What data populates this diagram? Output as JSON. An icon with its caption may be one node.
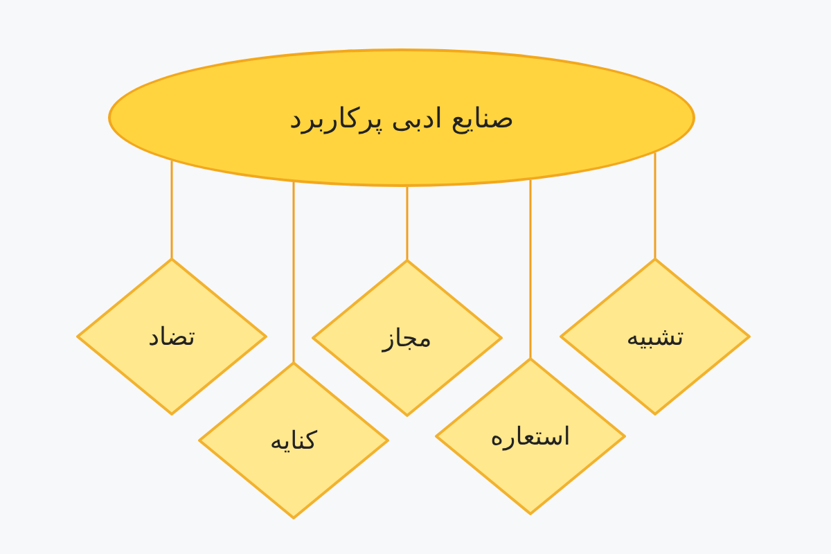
{
  "diagram": {
    "nodes": [
      {
        "text": [
          "صنایع ادبی پرکاربرد"
        ]
      },
      {
        "text": [
          "تشبیه"
        ]
      },
      {
        "text": [
          "استعاره"
        ]
      },
      {
        "text": [
          "مجاز"
        ]
      },
      {
        "text": [
          "کنایه"
        ]
      },
      {
        "text": [
          "تضاد"
        ]
      }
    ],
    "edges": [
      {
        "from": 0,
        "to": 1,
        "arrow": "none"
      },
      {
        "from": 0,
        "to": 2,
        "arrow": "none"
      },
      {
        "from": 0,
        "to": 3,
        "arrow": "none"
      },
      {
        "from": 0,
        "to": 4,
        "arrow": "none"
      },
      {
        "from": 0,
        "to": 5,
        "arrow": "none"
      }
    ]
  }
}
